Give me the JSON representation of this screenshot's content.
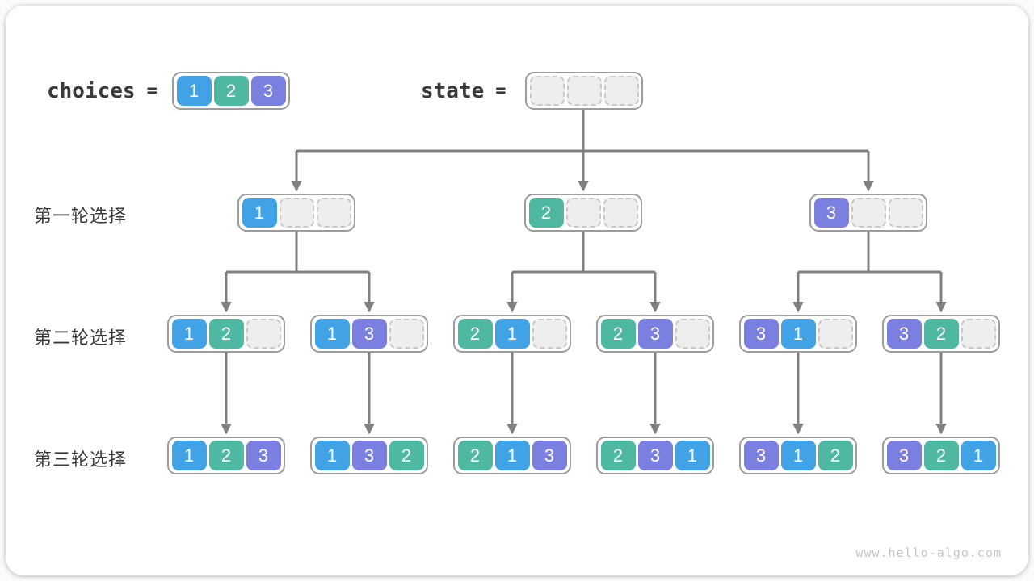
{
  "colors": {
    "1": "#41A3E5",
    "2": "#4FB8A3",
    "3": "#7A7FE0",
    "line": "#808080",
    "box-border": "#9C9C9C",
    "text": "#3A3A3A"
  },
  "legend": {
    "choices_label": "choices",
    "equals": "=",
    "choices_cells": [
      "1",
      "2",
      "3"
    ],
    "state_label": "state",
    "state_cells": [
      "",
      "",
      ""
    ]
  },
  "rows": [
    {
      "label": "第一轮选择",
      "nodes": [
        [
          "1",
          "",
          ""
        ],
        [
          "2",
          "",
          ""
        ],
        [
          "3",
          "",
          ""
        ]
      ]
    },
    {
      "label": "第二轮选择",
      "nodes": [
        [
          "1",
          "2",
          ""
        ],
        [
          "1",
          "3",
          ""
        ],
        [
          "2",
          "1",
          ""
        ],
        [
          "2",
          "3",
          ""
        ],
        [
          "3",
          "1",
          ""
        ],
        [
          "3",
          "2",
          ""
        ]
      ]
    },
    {
      "label": "第三轮选择",
      "nodes": [
        [
          "1",
          "2",
          "3"
        ],
        [
          "1",
          "3",
          "2"
        ],
        [
          "2",
          "1",
          "3"
        ],
        [
          "2",
          "3",
          "1"
        ],
        [
          "3",
          "1",
          "2"
        ],
        [
          "3",
          "2",
          "1"
        ]
      ]
    }
  ],
  "watermark": "www.hello-algo.com"
}
